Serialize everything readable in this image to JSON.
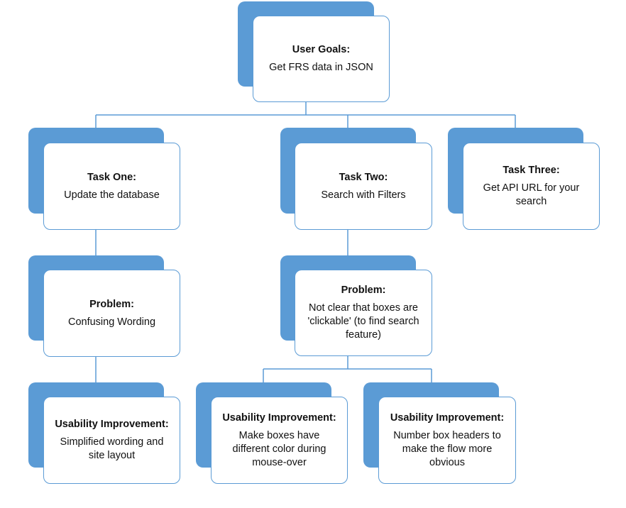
{
  "colors": {
    "accent": "#5b9bd5",
    "box_fill": "#ffffff",
    "text": "#111111"
  },
  "nodes": {
    "goals": {
      "title": "User Goals:",
      "text": "Get FRS data in JSON"
    },
    "task1": {
      "title": "Task One:",
      "text": "Update the database"
    },
    "task2": {
      "title": "Task Two:",
      "text": "Search with Filters"
    },
    "task3": {
      "title": "Task Three:",
      "text": "Get API URL for your\nsearch"
    },
    "prob1": {
      "title": "Problem:",
      "text": "Confusing Wording"
    },
    "prob2": {
      "title": "Problem:",
      "text": "Not clear that boxes are\n'clickable' (to find search\nfeature)"
    },
    "impr1": {
      "title": "Usability Improvement:",
      "text": "Simplified wording and\nsite layout"
    },
    "impr2": {
      "title": "Usability Improvement:",
      "text": "Make boxes have\ndifferent color during\nmouse-over"
    },
    "impr3": {
      "title": "Usability Improvement:",
      "text": "Number box headers to\nmake the flow more\nobvious"
    }
  }
}
